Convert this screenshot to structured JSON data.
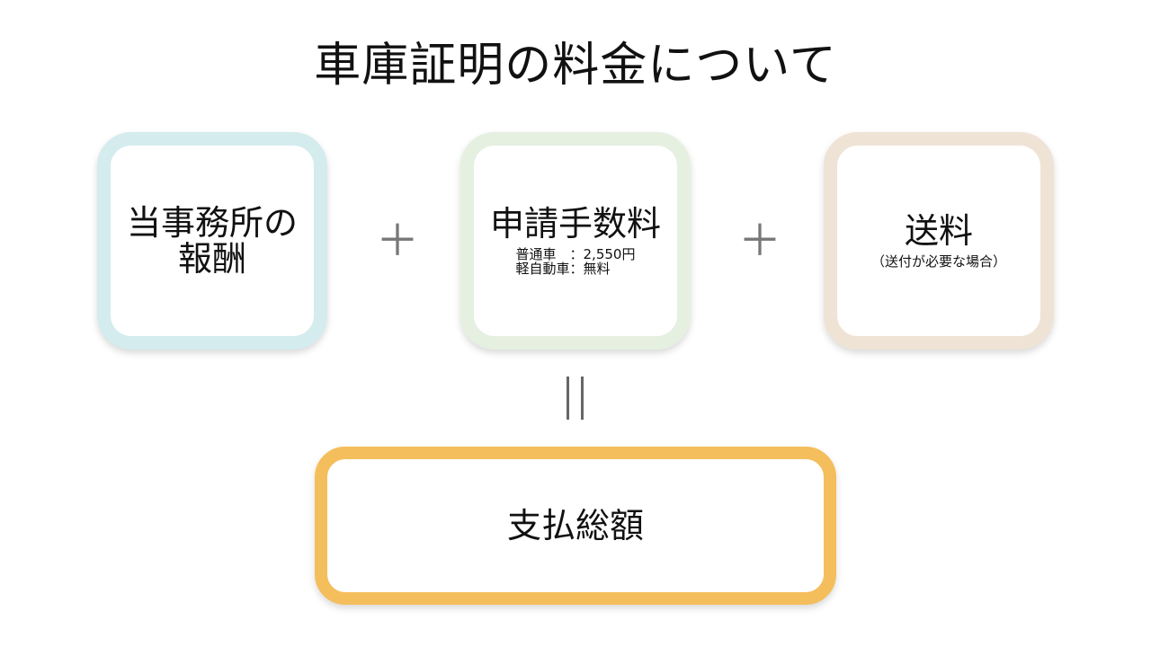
{
  "title": "車庫証明の料金について",
  "items": [
    {
      "label_line1": "当事務所の",
      "label_line2": "報酬"
    },
    {
      "label": "申請手数料",
      "details": [
        "普通車　：2,550円",
        "軽自動車：無料"
      ]
    },
    {
      "label": "送料",
      "note": "（送付が必要な場合）"
    }
  ],
  "operators": {
    "plus": "＋"
  },
  "total": {
    "label": "支払総額"
  },
  "colors": {
    "box1_border": "#d4ecee",
    "box2_border": "#e6f0e1",
    "box3_border": "#efe3d6",
    "total_border": "#f5be5c",
    "operator": "#777777"
  }
}
